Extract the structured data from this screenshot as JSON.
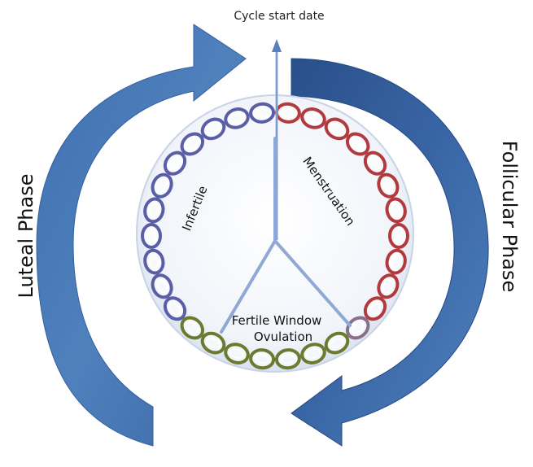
{
  "diagram": {
    "top_label": "Cycle start date",
    "left_phase": "Luteal Phase",
    "right_phase": "Follicular Phase",
    "segments": {
      "infertile": "Infertile",
      "menstruation": "Menstruation",
      "fertile_window": "Fertile Window",
      "ovulation": "Ovulation"
    }
  },
  "colors": {
    "arrow_light": "#4f81bd",
    "arrow_dark": "#2e5591",
    "ring_disc": "#e9eef6",
    "chain_infertile": "#5a5ea6",
    "chain_menstruation": "#b23a3f",
    "chain_fertile": "#6b7a2e",
    "chain_transition": "#8a6f8a",
    "divider_lines": "#8fa9d6"
  },
  "icons": {
    "cycle_arrows": "circular-arrows-icon",
    "chain_ring": "chain-ring-icon"
  }
}
